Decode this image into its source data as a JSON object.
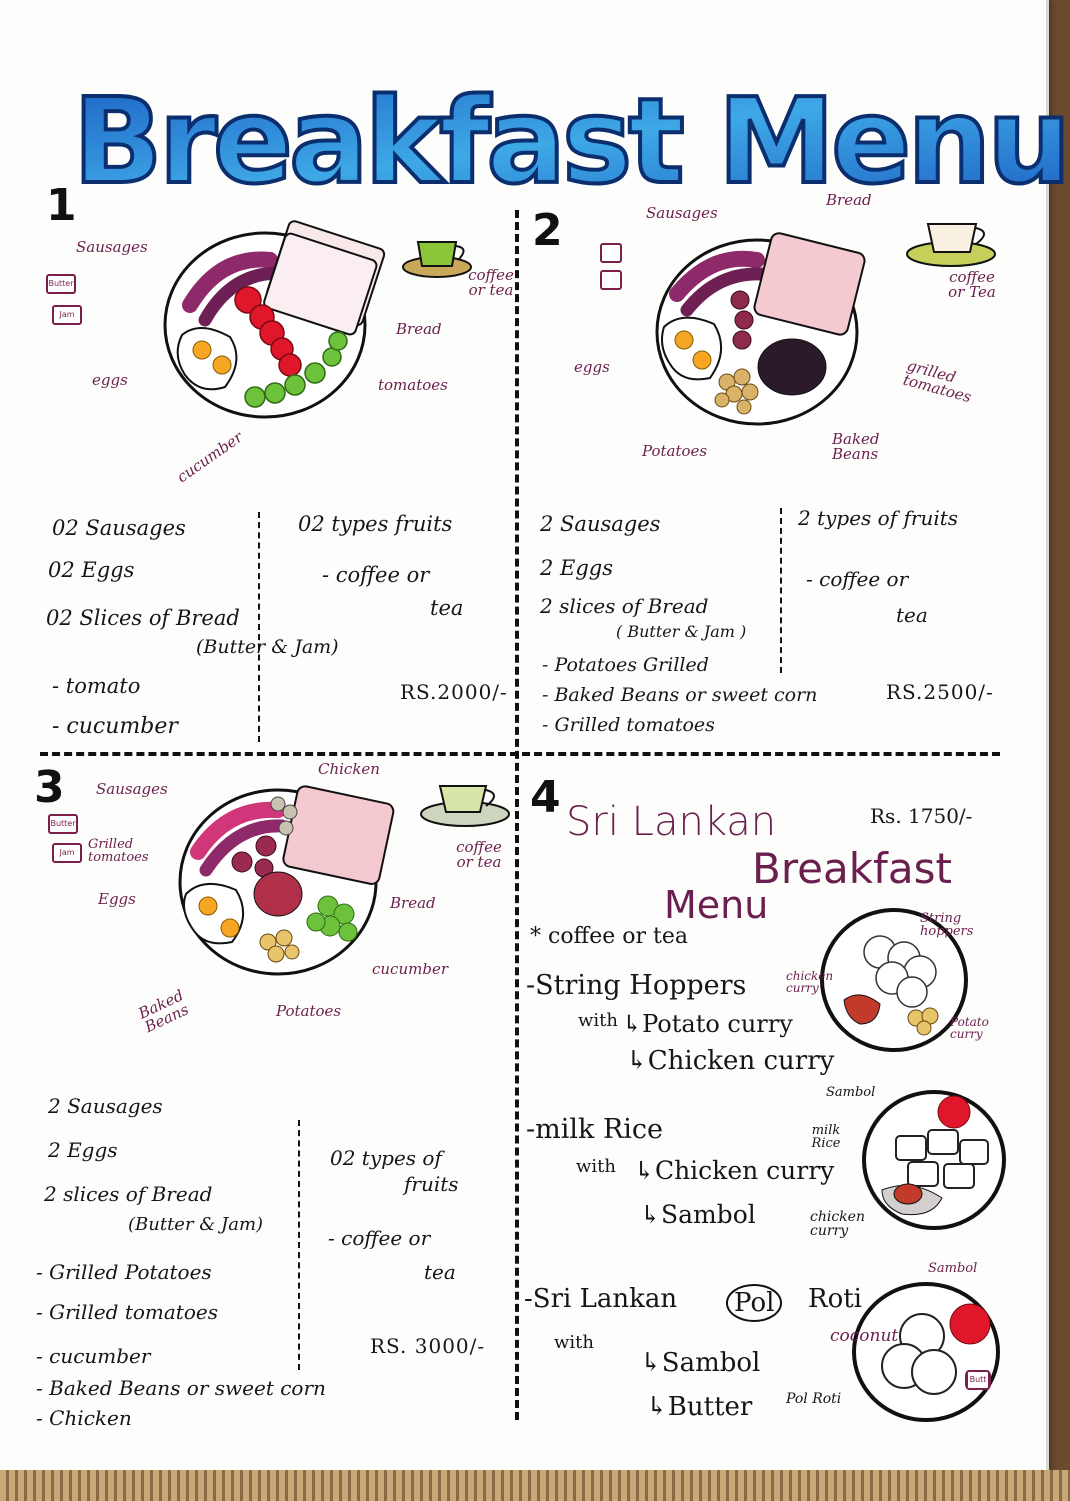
{
  "title": "Breakfast Menu",
  "menu1": {
    "number": "1",
    "labels": {
      "sausages": "Sausages",
      "bread": "Bread",
      "eggs": "eggs",
      "tomatoes": "tomatoes",
      "cucumber": "cucumber",
      "coffee_tea": "coffee or tea",
      "butter": "Butter",
      "jam": "Jam"
    },
    "items_left": [
      "02 Sausages",
      "02 Eggs",
      "02 Slices of Bread",
      "(Butter & Jam)",
      "- tomato",
      "- cucumber"
    ],
    "items_right": [
      "02 types fruits",
      "- coffee or",
      "tea"
    ],
    "price": "RS.2000/-"
  },
  "menu2": {
    "number": "2",
    "labels": {
      "sausages": "Sausages",
      "bread": "Bread",
      "eggs": "eggs",
      "grilled_tomatoes": "grilled tomatoes",
      "potatoes": "Potatoes",
      "baked_beans": "Baked Beans",
      "coffee_tea": "coffee or Tea"
    },
    "items_left": [
      "2 Sausages",
      "2 Eggs",
      "2 slices of Bread",
      "( Butter & Jam )",
      "- Potatoes Grilled",
      "- Baked Beans or sweet corn",
      "- Grilled tomatoes"
    ],
    "items_right": [
      "2 types of fruits",
      "- coffee or",
      "tea"
    ],
    "price": "RS.2500/-"
  },
  "menu3": {
    "number": "3",
    "labels": {
      "chicken": "Chicken",
      "sausages": "Sausages",
      "grilled_tomatoes": "Grilled tomatoes",
      "eggs": "Eggs",
      "bread": "Bread",
      "coffee_tea": "coffee or tea",
      "cucumber": "cucumber",
      "baked_beans": "Baked Beans",
      "potatoes": "Potatoes",
      "butter": "Butter",
      "jam": "Jam"
    },
    "items_left": [
      "2 Sausages",
      "2 Eggs",
      "2 slices of Bread",
      "(Butter & Jam)",
      "- Grilled Potatoes",
      "- Grilled tomatoes",
      "- cucumber",
      "- Baked Beans or sweet corn",
      "- Chicken"
    ],
    "items_right": [
      "02 types of",
      "fruits",
      "- coffee or",
      "tea"
    ],
    "price": "RS. 3000/-"
  },
  "menu4": {
    "number": "4",
    "heading1": "Sri Lankan",
    "heading2": "Breakfast",
    "heading3": "Menu",
    "price": "Rs. 1750/-",
    "coffee": "* coffee or tea",
    "string_hoppers": "-String Hoppers",
    "with": "with",
    "potato_curry": "↳Potato curry",
    "chicken_curry": "↳Chicken curry",
    "milk_rice": "-milk Rice",
    "mr_chicken_curry": "↳Chicken curry",
    "mr_sambol": "↳Sambol",
    "pol_roti_pre": "-Sri Lankan",
    "pol": "Pol",
    "roti": "Roti",
    "pr_sambol": "↳Sambol",
    "pr_butter": "↳Butter",
    "labels": {
      "string_hoppers": "String hoppers",
      "chicken_curry": "chicken curry",
      "potato_curry": "Potato curry",
      "sambol": "Sambol",
      "milk_rice": "milk Rice",
      "chicken_curry2": "chicken curry",
      "sambol2": "Sambol",
      "coconut": "coconut",
      "pol_roti": "Pol Roti",
      "butter": "Butt"
    }
  },
  "colors": {
    "title_blue": "#1f6fd0",
    "title_light": "#6ec6f0",
    "ink": "#161616",
    "label_purple": "#6b1f4e",
    "sausage": "#8e2a6a",
    "tomato": "#e0162a",
    "cucumber": "#6cc23a",
    "bread": "#f4c9cf",
    "egg_yolk": "#f5a623"
  }
}
